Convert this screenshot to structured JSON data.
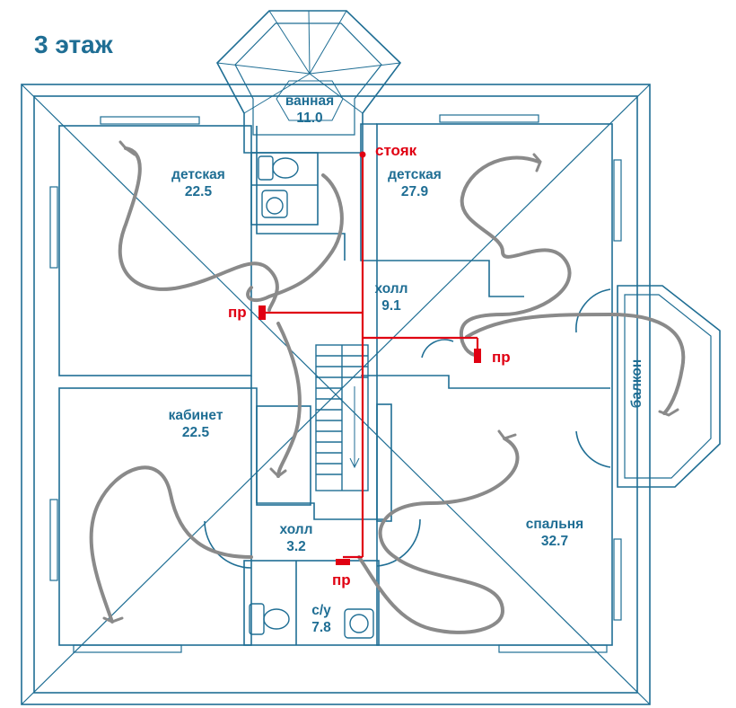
{
  "title": "3 этаж",
  "rooms": [
    {
      "name": "ванная",
      "area": "11.0"
    },
    {
      "name": "детская",
      "area": "22.5"
    },
    {
      "name": "детская",
      "area": "27.9"
    },
    {
      "name": "холл",
      "area": "9.1"
    },
    {
      "name": "кабинет",
      "area": "22.5"
    },
    {
      "name": "холл",
      "area": "3.2"
    },
    {
      "name": "спальня",
      "area": "32.7"
    },
    {
      "name": "с/у",
      "area": "7.8"
    }
  ],
  "balcony_label": "балкон",
  "riser_label": "стояк",
  "pipe_labels": [
    "пр",
    "пр",
    "пр"
  ],
  "colors": {
    "walls": "#1f6e94",
    "pipes": "#e00012",
    "flow": "#8a8a8a",
    "title": "#1f6e94"
  }
}
